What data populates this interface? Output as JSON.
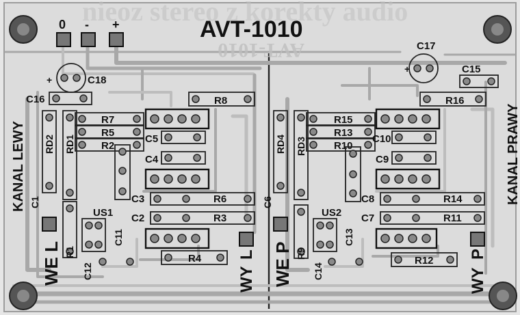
{
  "title": "AVT-1010",
  "title_mirrored": "AVT-1010",
  "ghost_text": "nieoz stereo z korekty audio",
  "power_terminals": [
    "0",
    "-",
    "+"
  ],
  "channels": {
    "left": "KANAL LEWY",
    "right": "KANAL PRAWY"
  },
  "io_labels": {
    "we_left": "WE L",
    "wy_left": "WY",
    "l_marker": "L",
    "we_right": "WE P",
    "wy_right": "WY",
    "p_marker": "P"
  },
  "components_left": [
    "C18",
    "C16",
    "R8",
    "R7",
    "R5",
    "R2",
    "RD2",
    "RD1",
    "C5",
    "C4",
    "C1",
    "R1",
    "C3",
    "R6",
    "C2",
    "R3",
    "US1",
    "C11",
    "C12",
    "R4"
  ],
  "components_right": [
    "C17",
    "C15",
    "R16",
    "R15",
    "R13",
    "R10",
    "RD4",
    "RD3",
    "C10",
    "C9",
    "C6",
    "C8",
    "R14",
    "C7",
    "R11",
    "US2",
    "R9",
    "C13",
    "C14",
    "R12"
  ]
}
